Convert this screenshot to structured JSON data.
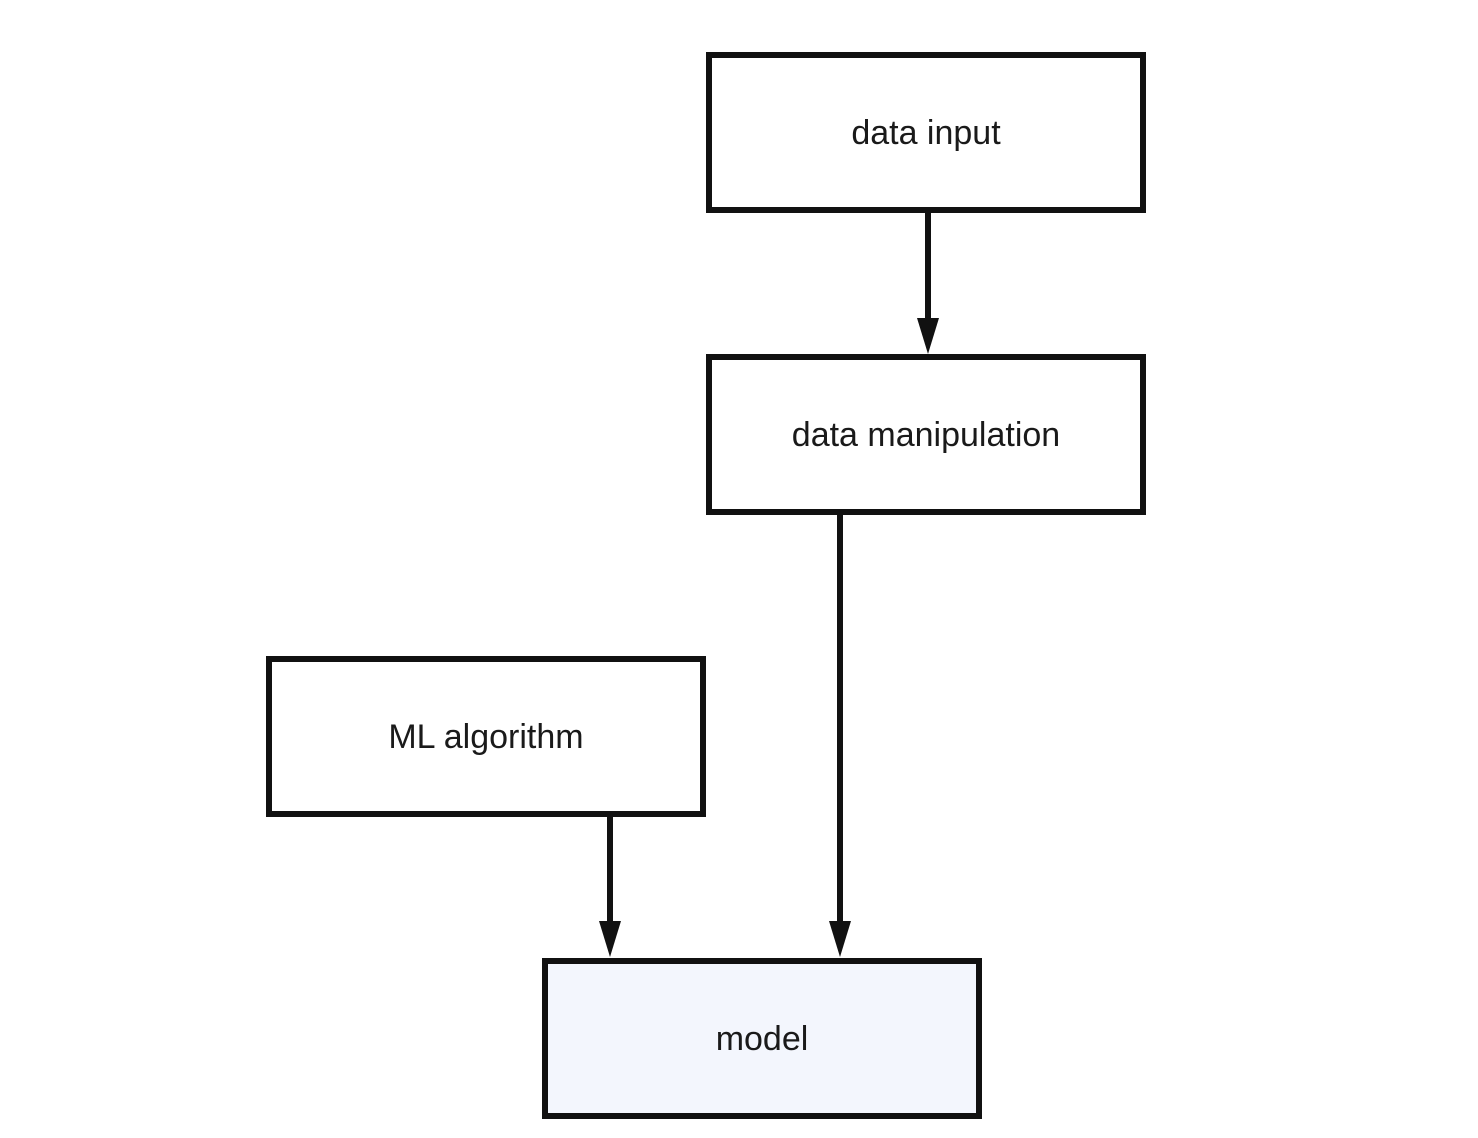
{
  "diagram": {
    "nodes": [
      {
        "id": "data-input",
        "label": "data input",
        "fill": "#ffffff"
      },
      {
        "id": "data-manipulation",
        "label": "data manipulation",
        "fill": "#ffffff"
      },
      {
        "id": "ml-algorithm",
        "label": "ML algorithm",
        "fill": "#ffffff"
      },
      {
        "id": "model",
        "label": "model",
        "fill": "#f3f6fd"
      }
    ],
    "edges": [
      {
        "from": "data-input",
        "to": "data-manipulation"
      },
      {
        "from": "data-manipulation",
        "to": "model"
      },
      {
        "from": "ml-algorithm",
        "to": "model"
      }
    ],
    "stroke_color": "#111111"
  }
}
